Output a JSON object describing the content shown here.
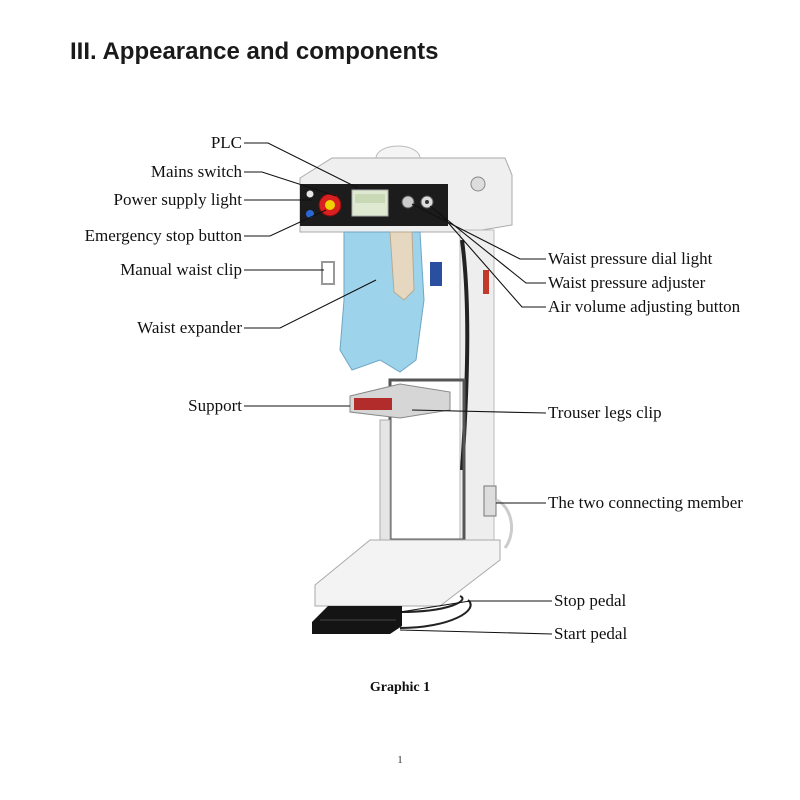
{
  "heading": "III. Appearance and components",
  "labels": {
    "plc": "PLC",
    "mains_switch": "Mains switch",
    "power_supply_light": "Power supply light",
    "emergency_stop_button": "Emergency stop button",
    "manual_waist_clip": "Manual waist clip",
    "waist_expander": "Waist expander",
    "support": "Support",
    "waist_pressure_dial_light": "Waist pressure dial light",
    "waist_pressure_adjuster": "Waist pressure adjuster",
    "air_volume_adjusting_button": "Air volume adjusting button",
    "trouser_legs_clip": "Trouser legs clip",
    "two_connecting_member": "The two connecting member",
    "stop_pedal": "Stop pedal",
    "start_pedal": "Start pedal"
  },
  "caption": "Graphic 1",
  "page_number": "1",
  "colors": {
    "machine_body": "#f2f2f2",
    "control_panel": "#1c1c1c",
    "emergency_red": "#d92020",
    "garment_blue": "#9ed3ec",
    "pedal_black": "#141414"
  }
}
